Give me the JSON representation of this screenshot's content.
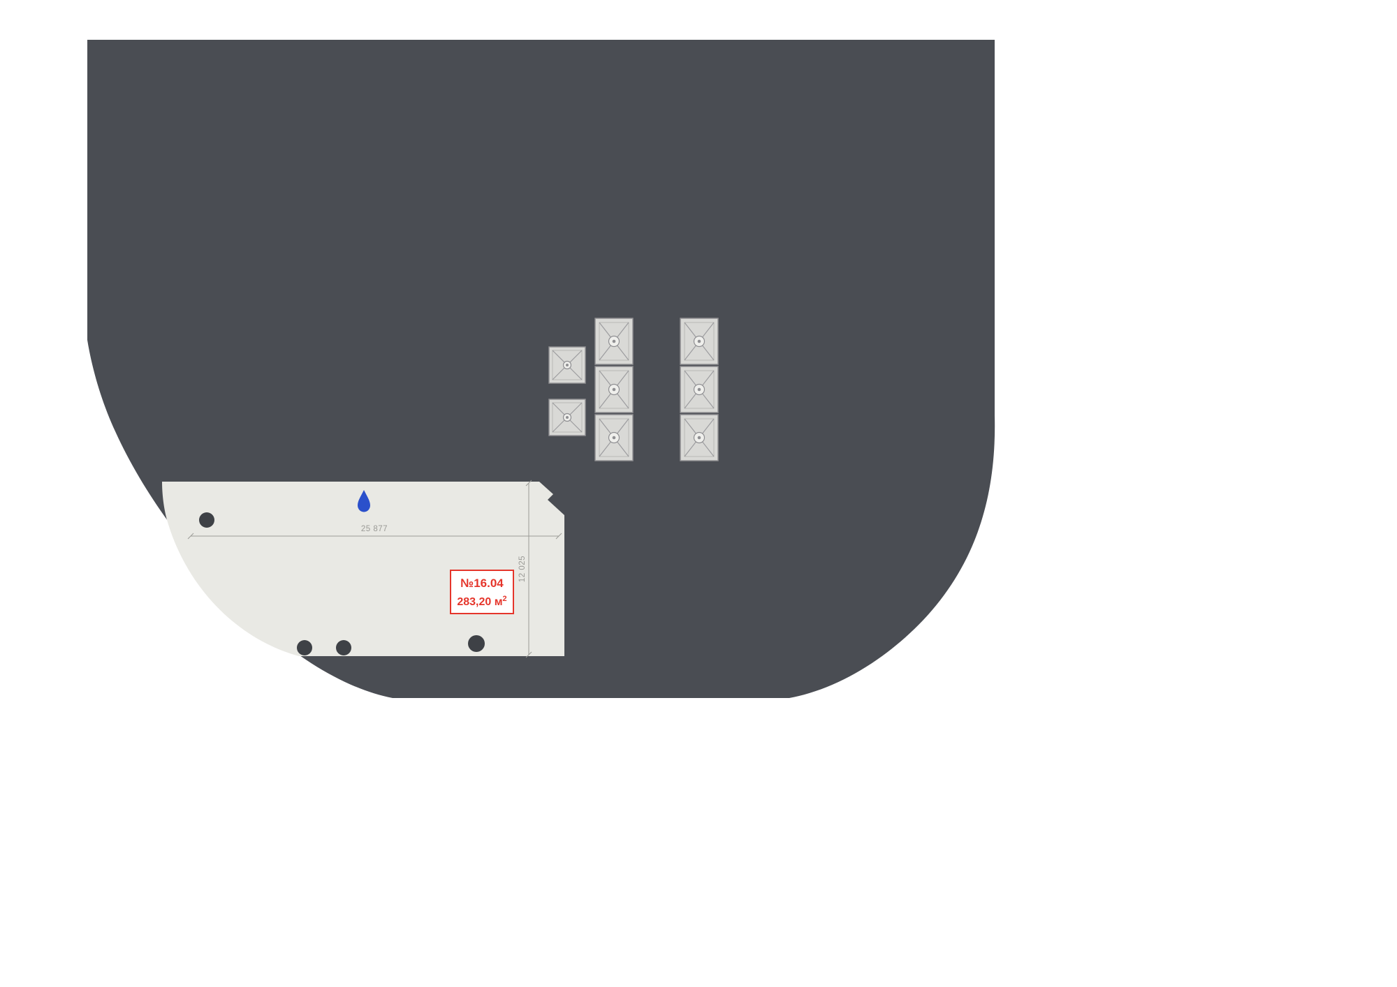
{
  "unit": {
    "number": "№16.04",
    "area": "283,20 м",
    "area_superscript": "2"
  },
  "dimensions": {
    "width_label": "25 877",
    "height_label": "12 025"
  },
  "icons": {
    "water_drop": "water-drop-icon",
    "vent_shaft": "vent-shaft-icon",
    "skylight": "skylight-icon"
  },
  "colors": {
    "background": "#ffffff",
    "building": "#4a4d53",
    "unit_fill": "#e9e9e4",
    "accent_red": "#e5352b",
    "drop_blue": "#2b50cb",
    "dimension_gray": "#9a9a96",
    "shaft_fill": "#d9d9d6",
    "column_dark": "#3e4146"
  }
}
